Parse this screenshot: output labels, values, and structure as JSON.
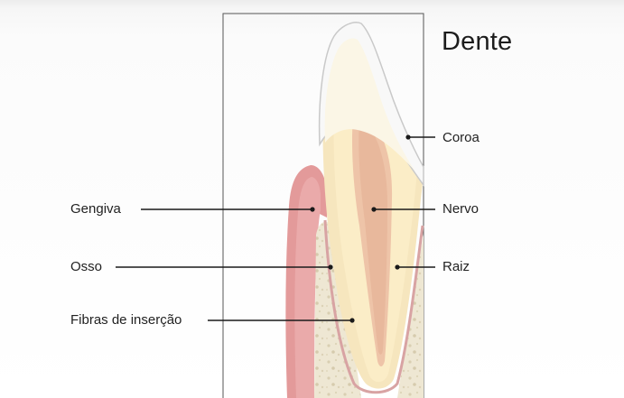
{
  "diagram": {
    "title": "Dente",
    "labels": {
      "crown": "Coroa",
      "nerve": "Nervo",
      "root": "Raiz",
      "gum": "Gengiva",
      "bone": "Osso",
      "fibers": "Fibras de inserção"
    }
  }
}
